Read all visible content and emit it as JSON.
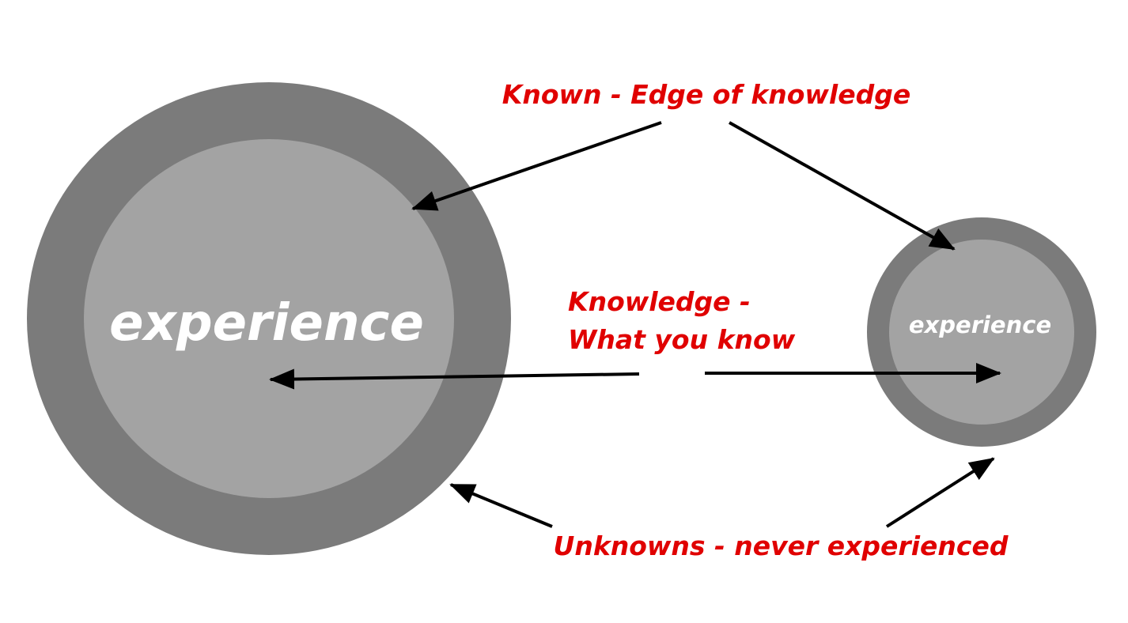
{
  "diagram": {
    "center_label_large": "experience",
    "center_label_small": "experience",
    "label_known": "Known - Edge of knowledge",
    "label_knowledge_line1": "Knowledge -",
    "label_knowledge_line2": "What you know",
    "label_unknowns": "Unknowns - never experienced"
  },
  "colors": {
    "outer_ring": "#7b7b7b",
    "inner_disc": "#a3a3a3",
    "center_text": "#ffffff",
    "annotation_text": "#e00000",
    "arrow": "#000000"
  }
}
